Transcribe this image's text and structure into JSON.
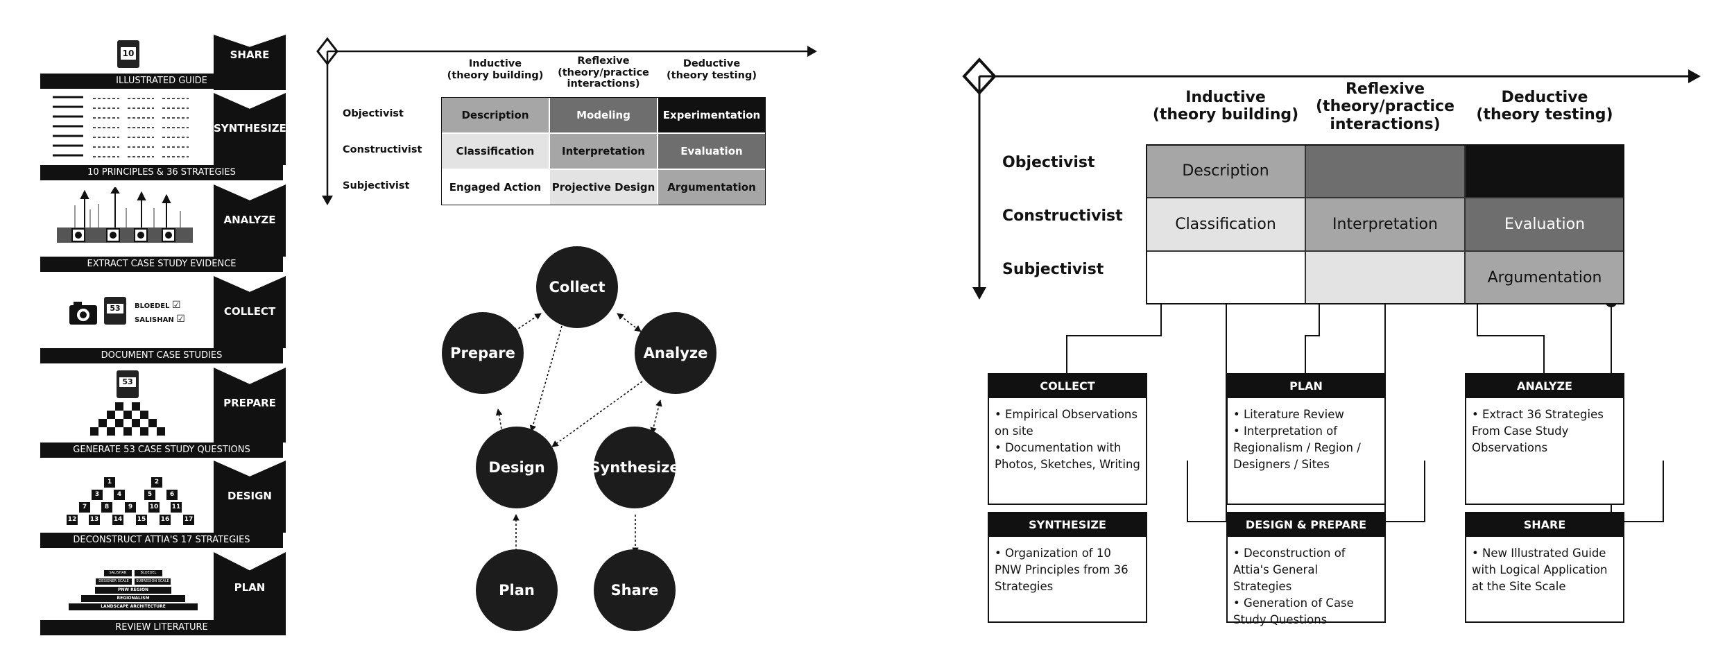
{
  "left_steps": [
    {
      "label": "SHARE",
      "caption": "ILLUSTRATED GUIDE",
      "badge": "10"
    },
    {
      "label": "SYNTHESIZE",
      "caption": "10 PRINCIPLES & 36 STRATEGIES"
    },
    {
      "label": "ANALYZE",
      "caption": "EXTRACT CASE STUDY EVIDENCE"
    },
    {
      "label": "COLLECT",
      "caption": "DOCUMENT CASE STUDIES",
      "badge": "53",
      "checks": [
        "BLOEDEL",
        "SALISHAN"
      ]
    },
    {
      "label": "PREPARE",
      "caption": "GENERATE 53 CASE STUDY QUESTIONS",
      "badge": "53"
    },
    {
      "label": "DESIGN",
      "caption": "DECONSTRUCT ATTIA'S 17 STRATEGIES",
      "numbers": [
        "1",
        "2",
        "3",
        "4",
        "5",
        "6",
        "7",
        "8",
        "9",
        "10",
        "11",
        "12",
        "13",
        "14",
        "15",
        "16",
        "17"
      ]
    },
    {
      "label": "PLAN",
      "caption": "REVIEW LITERATURE",
      "pyramid": [
        "SALISHAN",
        "BLOEDEL",
        "DESIGNER SCALE",
        "SUBREGION SCALE",
        "PNW REGION",
        "REGIONALISM",
        "LANDSCAPE ARCHITECTURE"
      ]
    }
  ],
  "small_matrix": {
    "columns": [
      "Inductive\n(theory building)",
      "Reflexive\n(theory/practice\ninteractions)",
      "Deductive\n(theory testing)"
    ],
    "rows": [
      "Objectivist",
      "Constructivist",
      "Subjectivist"
    ],
    "cells": [
      [
        "Description",
        "Modeling",
        "Experimentation"
      ],
      [
        "Classification",
        "Interpretation",
        "Evaluation"
      ],
      [
        "Engaged Action",
        "Projective Design",
        "Argumentation"
      ]
    ]
  },
  "cycle_nodes": {
    "collect": "Collect",
    "prepare": "Prepare",
    "analyze": "Analyze",
    "design": "Design",
    "synthesize": "Synthesize",
    "plan": "Plan",
    "share": "Share"
  },
  "big_matrix": {
    "columns": [
      "Inductive\n(theory building)",
      "Reflexive\n(theory/practice\ninteractions)",
      "Deductive\n(theory testing)"
    ],
    "rows": [
      "Objectivist",
      "Constructivist",
      "Subjectivist"
    ],
    "cells": {
      "r0c0": "Description",
      "r1c0": "Classification",
      "r1c1": "Interpretation",
      "r1c2": "Evaluation",
      "r2c2": "Argumentation"
    }
  },
  "phase_boxes": [
    {
      "title": "COLLECT",
      "items": [
        "• Empirical Observations on site",
        "• Documentation with Photos, Sketches, Writing"
      ]
    },
    {
      "title": "PLAN",
      "items": [
        "• Literature Review",
        "• Interpretation of Regionalism / Region / Designers / Sites"
      ]
    },
    {
      "title": "ANALYZE",
      "items": [
        "• Extract 36 Strategies From Case Study Observations"
      ]
    },
    {
      "title": "SYNTHESIZE",
      "items": [
        "• Organization of 10 PNW Principles from 36 Strategies"
      ]
    },
    {
      "title": "DESIGN & PREPARE",
      "items": [
        "• Deconstruction of Attia's General Strategies",
        "• Generation of Case Study Questions"
      ]
    },
    {
      "title": "SHARE",
      "items": [
        "• New Illustrated Guide with Logical Application at the Site Scale"
      ]
    }
  ],
  "colors": {
    "black": "#111111",
    "dark_gray": "#6e6e6e",
    "mid_gray": "#a6a6a6",
    "light_gray": "#e3e3e3"
  }
}
